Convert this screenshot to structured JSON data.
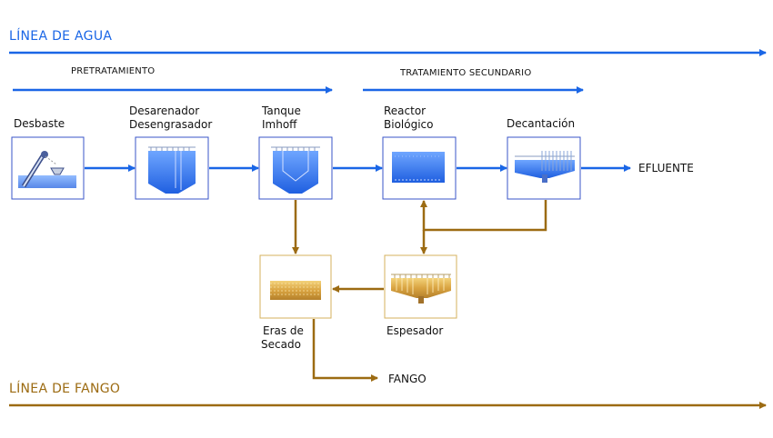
{
  "colors": {
    "water": "#1a66e6",
    "sludge": "#9c6b12",
    "box_border_water": "#3a55c8",
    "box_border_sludge": "#d6b25c"
  },
  "lines": {
    "water": "LÍNEA DE AGUA",
    "sludge": "LÍNEA DE FANGO"
  },
  "stages": {
    "pretreatment": "PRETRATAMIENTO",
    "secondary": "TRATAMIENTO SECUNDARIO"
  },
  "units": {
    "desbaste": "Desbaste",
    "desarenador_1": "Desarenador",
    "desarenador_2": "Desengrasador",
    "imhoff_1": "Tanque",
    "imhoff_2": "Imhoff",
    "reactor_1": "Reactor",
    "reactor_2": "Biológico",
    "decantacion": "Decantación",
    "eras_1": "Eras de",
    "eras_2": "Secado",
    "espesador": "Espesador"
  },
  "outputs": {
    "effluent": "EFLUENTE",
    "sludge": "FANGO"
  }
}
